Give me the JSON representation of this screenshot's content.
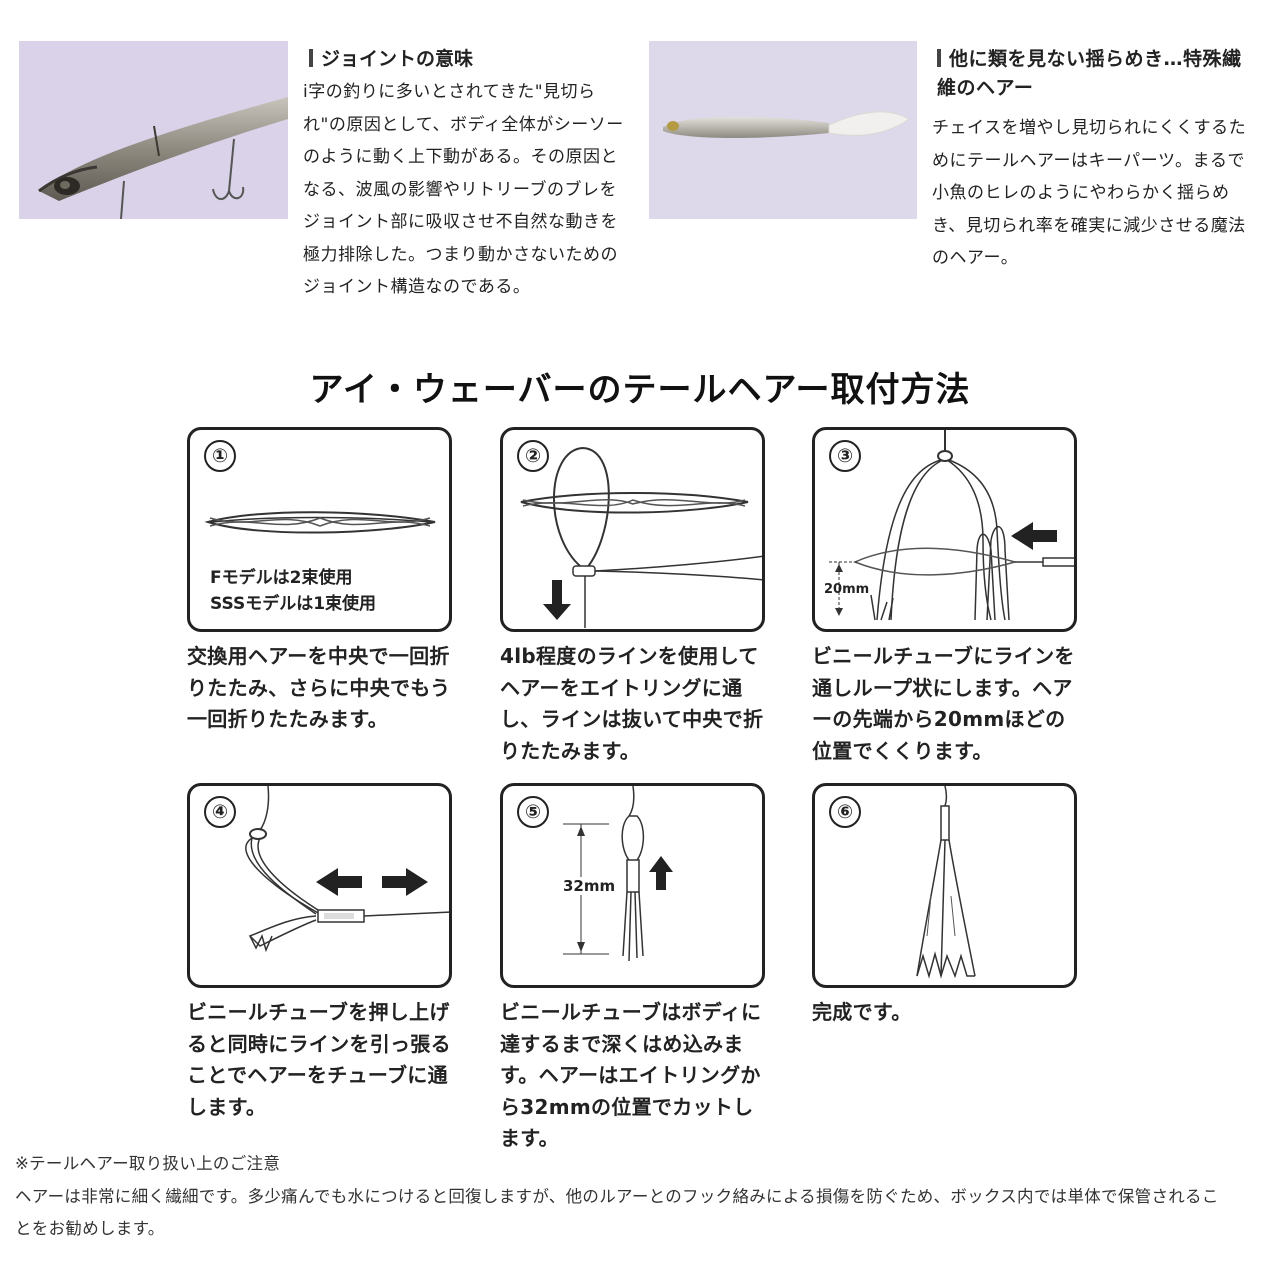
{
  "features": [
    {
      "title": "ジョイントの意味",
      "body": "i字の釣りに多いとされてきた\"見切られ\"の原因として、ボディ全体がシーソーのように動く上下動がある。その原因となる、波風の影響やリトリーブのブレをジョイント部に吸収させ不自然な動きを極力排除した。つまり動かさないためのジョイント構造なのである。"
    },
    {
      "title": "他に類を見ない揺らめき…特殊繊維のヘアー",
      "body": "チェイスを増やし見切られにくくするためにテールヘアーはキーパーツ。まるで小魚のヒレのようにやわらかく揺らめき、見切られ率を確実に減少させる魔法のヘアー。"
    }
  ],
  "heading": "アイ・ウェーバーのテールヘアー取付方法",
  "steps": [
    {
      "num": "①",
      "caption": "交換用ヘアーを中央で一回折りたたみ、さらに中央でもう一回折りたたみます。",
      "note1": "Fモデルは2束使用",
      "note2": "SSSモデルは1束使用"
    },
    {
      "num": "②",
      "caption": "4lb程度のラインを使用してヘアーをエイトリングに通し、ラインは抜いて中央で折りたたみます。"
    },
    {
      "num": "③",
      "caption": "ビニールチューブにラインを通しループ状にします。ヘアーの先端から20mmほどの位置でくくります。",
      "dim": "20mm"
    },
    {
      "num": "④",
      "caption": "ビニールチューブを押し上げると同時にラインを引っ張ることでヘアーをチューブに通します。"
    },
    {
      "num": "⑤",
      "caption": "ビニールチューブはボディに達するまで深くはめ込みます。ヘアーはエイトリングから32mmの位置でカットします。",
      "dim": "32mm"
    },
    {
      "num": "⑥",
      "caption": "完成です。"
    }
  ],
  "notes": {
    "title": "※テールヘアー取り扱い上のご注意",
    "body": "ヘアーは非常に細く繊細です。多少痛んでも水につけると回復しますが、他のルアーとのフック絡みによる損傷を防ぐため、ボックス内では単体で保管されることをお勧めします。"
  }
}
